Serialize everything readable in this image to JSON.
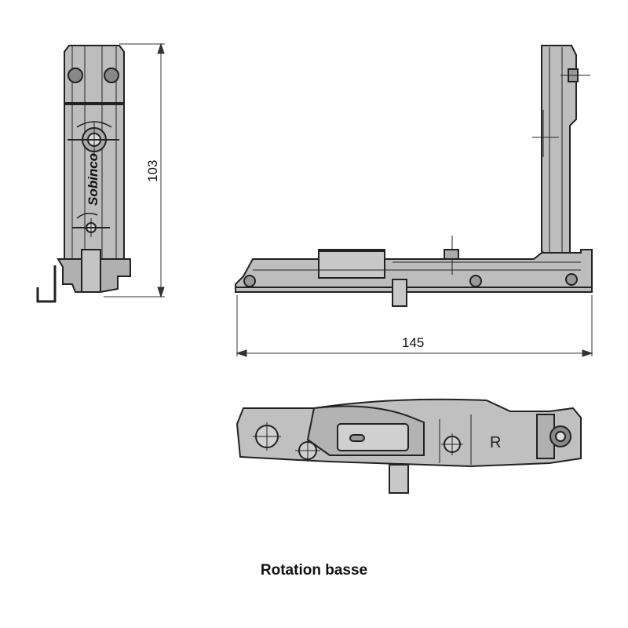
{
  "dimensions": {
    "height_label": "103",
    "width_label": "145"
  },
  "logo_text": "Sobinco",
  "side_marker": "R",
  "caption": "Rotation basse"
}
